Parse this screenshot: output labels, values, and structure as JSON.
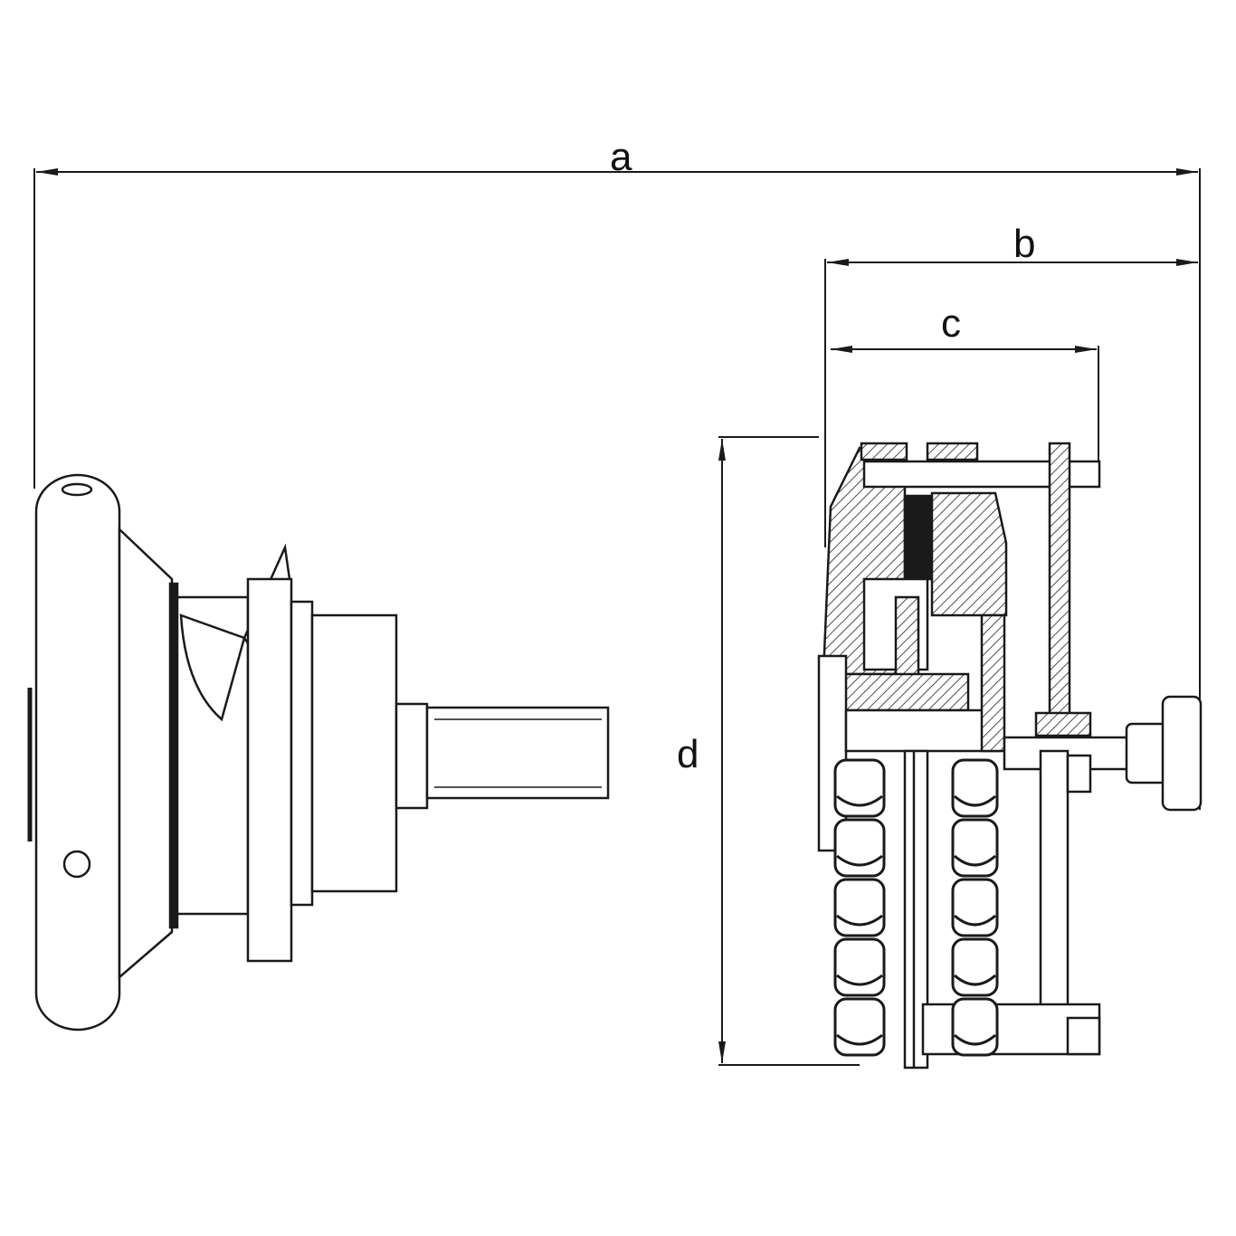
{
  "diagram": {
    "dimensions": {
      "a": "a",
      "b": "b",
      "c": "c",
      "d": "d"
    },
    "colors": {
      "line": "#1a1a1a",
      "background": "#ffffff"
    }
  }
}
